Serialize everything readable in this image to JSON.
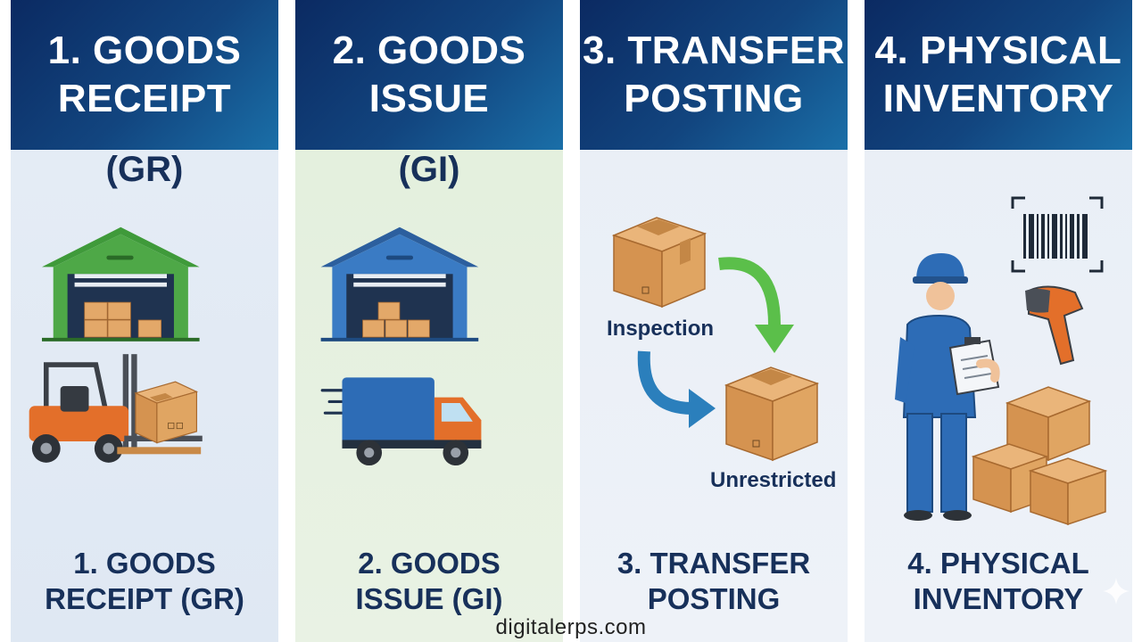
{
  "colors": {
    "header_dark": "#0b2a62",
    "header_light": "#1a6fa8",
    "label_navy": "#17305a",
    "panel_bg_blue": "#e3ebf5",
    "panel_bg_green": "#e4f0df",
    "warehouse_green": "#3f9a3a",
    "warehouse_blue": "#2f6fbb",
    "box_tan": "#d9a261",
    "forklift_orange": "#e36f2a",
    "truck_blue": "#2d6cb6",
    "arrow_green": "#5bbf4a",
    "arrow_blue": "#2b7fbc"
  },
  "panels": [
    {
      "number": "1.",
      "header": [
        "1. GOODS",
        "RECEIPT",
        "(GR)"
      ],
      "footer": [
        "1. GOODS",
        "RECEIPT (GR)"
      ],
      "icons": [
        "warehouse-icon",
        "forklift-icon",
        "box-icon"
      ]
    },
    {
      "number": "2.",
      "header": [
        "2. GOODS",
        "ISSUE",
        "(GI)"
      ],
      "footer": [
        "2. GOODS",
        "ISSUE (GI)"
      ],
      "icons": [
        "warehouse-icon",
        "delivery-truck-icon"
      ]
    },
    {
      "number": "3.",
      "header": [
        "3. TRANSFER",
        "POSTING"
      ],
      "footer": [
        "3. TRANSFER",
        "POSTING"
      ],
      "labels": [
        "Inspection",
        "Unrestricted"
      ],
      "icons": [
        "box-icon",
        "curved-arrow-icon"
      ]
    },
    {
      "number": "4.",
      "header": [
        "4. PHYSICAL",
        "INVENTORY"
      ],
      "footer": [
        "4. PHYSICAL",
        "INVENTORY"
      ],
      "icons": [
        "worker-icon",
        "clipboard-icon",
        "barcode-icon",
        "barcode-scanner-icon",
        "box-stack-icon"
      ]
    }
  ],
  "watermark": "digitalerps.com"
}
